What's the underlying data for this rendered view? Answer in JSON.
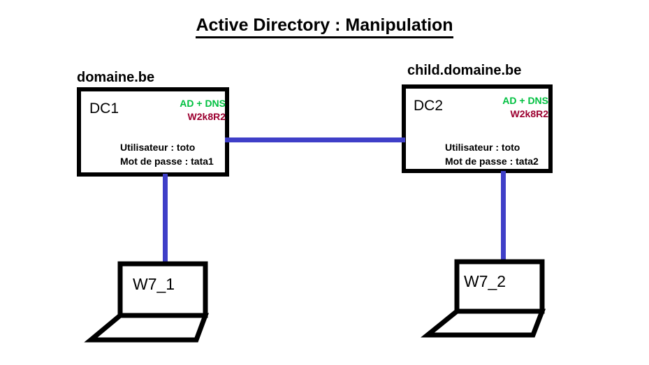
{
  "page": {
    "title": "Active Directory : Manipulation",
    "background_color": "#ffffff"
  },
  "colors": {
    "link": "#3f3fc8",
    "role_ad": "#00c040",
    "role_os": "#9c0030",
    "outline": "#000000",
    "text": "#000000"
  },
  "domains": [
    {
      "label": "domaine.be"
    },
    {
      "label": "child.domaine.be"
    }
  ],
  "servers": [
    {
      "name": "DC1",
      "role": "AD + DNS",
      "os": "W2k8R2",
      "user_line": "Utilisateur : toto",
      "password_line": "Mot de passe : tata1"
    },
    {
      "name": "DC2",
      "role": "AD + DNS",
      "os": "W2k8R2",
      "user_line": "Utilisateur : toto",
      "password_line": "Mot de passe : tata2"
    }
  ],
  "clients": [
    {
      "name": "W7_1"
    },
    {
      "name": "W7_2"
    }
  ],
  "links": [
    {
      "name": "dc1-to-dc2",
      "orientation": "horizontal"
    },
    {
      "name": "dc1-to-w7_1",
      "orientation": "vertical"
    },
    {
      "name": "dc2-to-w7_2",
      "orientation": "vertical"
    }
  ]
}
